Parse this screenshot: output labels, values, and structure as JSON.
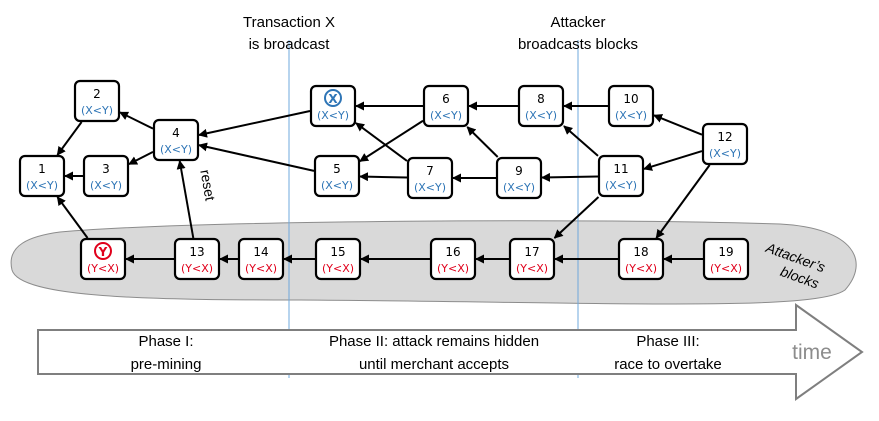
{
  "annotations": {
    "transaction_line1": "Transaction X",
    "transaction_line2": "is broadcast",
    "attacker_line1": "Attacker",
    "attacker_line2": "broadcasts blocks",
    "reset": "reset",
    "attacker_blocks_line1": "Attacker’s",
    "attacker_blocks_line2": "blocks",
    "time": "time"
  },
  "phases": [
    {
      "line1": "Phase I:",
      "line2": "pre-mining"
    },
    {
      "line1": "Phase II: attack remains hidden",
      "line2": "until merchant accepts"
    },
    {
      "line1": "Phase III:",
      "line2": "race to overtake"
    }
  ],
  "colors": {
    "honest_label": "#2e75b6",
    "attacker_label": "#e0001b",
    "attacker_region": "#d9d9d9",
    "divider": "#6fa8dc"
  },
  "blocks": [
    {
      "id": "b1",
      "title": "1",
      "sub": "(X<Y)",
      "chain": "honest"
    },
    {
      "id": "b2",
      "title": "2",
      "sub": "(X<Y)",
      "chain": "honest"
    },
    {
      "id": "b3",
      "title": "3",
      "sub": "(X<Y)",
      "chain": "honest"
    },
    {
      "id": "b4",
      "title": "4",
      "sub": "(X<Y)",
      "chain": "honest"
    },
    {
      "id": "bX",
      "title": "X",
      "sub": "(X<Y)",
      "chain": "honest",
      "circled": true
    },
    {
      "id": "b5",
      "title": "5",
      "sub": "(X<Y)",
      "chain": "honest"
    },
    {
      "id": "b6",
      "title": "6",
      "sub": "(X<Y)",
      "chain": "honest"
    },
    {
      "id": "b7",
      "title": "7",
      "sub": "(X<Y)",
      "chain": "honest"
    },
    {
      "id": "b8",
      "title": "8",
      "sub": "(X<Y)",
      "chain": "honest"
    },
    {
      "id": "b9",
      "title": "9",
      "sub": "(X<Y)",
      "chain": "honest"
    },
    {
      "id": "b10",
      "title": "10",
      "sub": "(X<Y)",
      "chain": "honest"
    },
    {
      "id": "b11",
      "title": "11",
      "sub": "(X<Y)",
      "chain": "honest"
    },
    {
      "id": "b12",
      "title": "12",
      "sub": "(X<Y)",
      "chain": "honest"
    },
    {
      "id": "bY",
      "title": "Y",
      "sub": "(Y<X)",
      "chain": "attacker",
      "circled": true
    },
    {
      "id": "b13",
      "title": "13",
      "sub": "(Y<X)",
      "chain": "attacker"
    },
    {
      "id": "b14",
      "title": "14",
      "sub": "(Y<X)",
      "chain": "attacker"
    },
    {
      "id": "b15",
      "title": "15",
      "sub": "(Y<X)",
      "chain": "attacker"
    },
    {
      "id": "b16",
      "title": "16",
      "sub": "(Y<X)",
      "chain": "attacker"
    },
    {
      "id": "b17",
      "title": "17",
      "sub": "(Y<X)",
      "chain": "attacker"
    },
    {
      "id": "b18",
      "title": "18",
      "sub": "(Y<X)",
      "chain": "attacker"
    },
    {
      "id": "b19",
      "title": "19",
      "sub": "(Y<X)",
      "chain": "attacker"
    }
  ],
  "edges": [
    [
      "b2",
      "b1"
    ],
    [
      "b3",
      "b1"
    ],
    [
      "b4",
      "b2"
    ],
    [
      "b4",
      "b3"
    ],
    [
      "bX",
      "b4"
    ],
    [
      "b5",
      "b4"
    ],
    [
      "b6",
      "bX"
    ],
    [
      "b6",
      "b5"
    ],
    [
      "b7",
      "bX"
    ],
    [
      "b7",
      "b5"
    ],
    [
      "b8",
      "b6"
    ],
    [
      "b9",
      "b6"
    ],
    [
      "b9",
      "b7"
    ],
    [
      "b10",
      "b8"
    ],
    [
      "b11",
      "b8"
    ],
    [
      "b11",
      "b9"
    ],
    [
      "b12",
      "b10"
    ],
    [
      "b12",
      "b11"
    ],
    [
      "b12",
      "b18"
    ],
    [
      "b11",
      "b17"
    ],
    [
      "bY",
      "b1"
    ],
    [
      "b13",
      "bY"
    ],
    [
      "b13",
      "b4"
    ],
    [
      "b14",
      "b13"
    ],
    [
      "b15",
      "b14"
    ],
    [
      "b16",
      "b15"
    ],
    [
      "b17",
      "b16"
    ],
    [
      "b18",
      "b17"
    ],
    [
      "b19",
      "b18"
    ]
  ]
}
